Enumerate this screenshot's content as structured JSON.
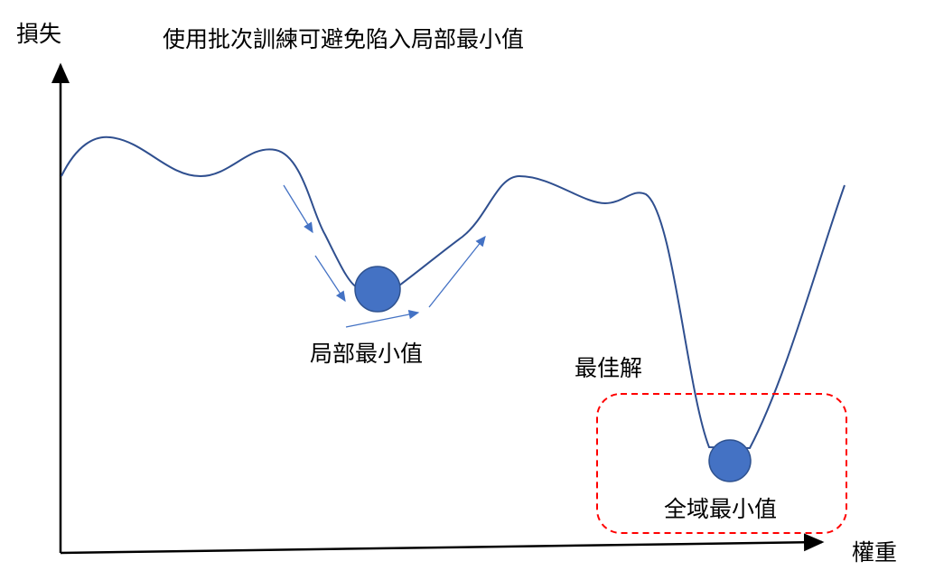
{
  "title": "使用批次訓練可避免陷入局部最小值",
  "y_axis_label": "損失",
  "x_axis_label": "權重",
  "local_min_label": "局部最小值",
  "best_solution_label": "最佳解",
  "global_min_label": "全域最小值",
  "colors": {
    "curve": "#2f4f8f",
    "ball": "#4472c4",
    "arrow": "#4472c4",
    "highlight_box": "#ff0000"
  }
}
